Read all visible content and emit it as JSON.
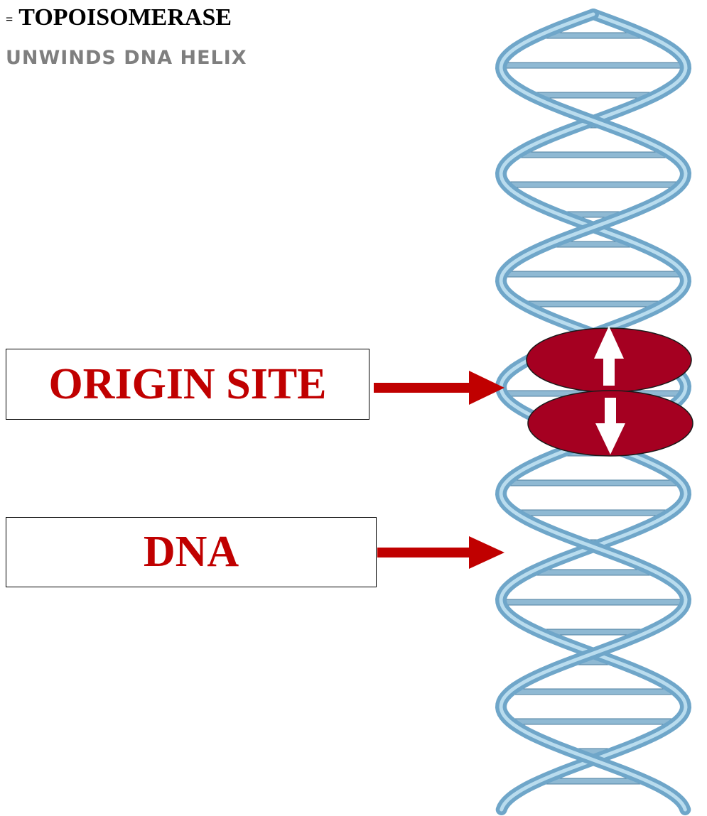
{
  "header": {
    "equals_sign": "=",
    "title": "TOPOISOMERASE",
    "subtitle": "UNWINDS DNA HELIX"
  },
  "labels": {
    "origin": "ORIGIN SITE",
    "dna": "DNA"
  },
  "colors": {
    "label_text": "#c00000",
    "arrow": "#c00000",
    "enzyme": "#a50021",
    "helix": "#7aaecf",
    "subtitle": "#7f7f7f"
  },
  "icons": {
    "enzyme_top": "up-arrow-icon",
    "enzyme_bottom": "down-arrow-icon"
  }
}
